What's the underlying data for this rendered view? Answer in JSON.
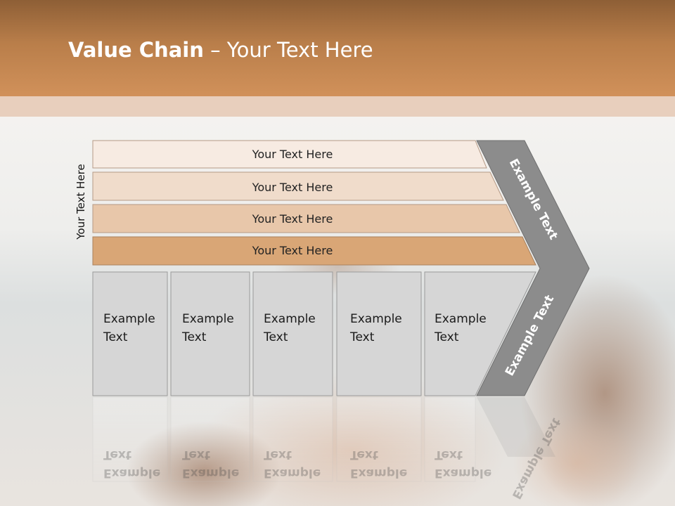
{
  "slide": {
    "title_bold": "Value Chain",
    "title_rest": " – Your Text Here",
    "side_label": "Your Text Here"
  },
  "bars": [
    {
      "label": "Your Text Here",
      "color": "#f7ebe2"
    },
    {
      "label": "Your Text Here",
      "color": "#f0dccb"
    },
    {
      "label": "Your Text Here",
      "color": "#e8c7aa"
    },
    {
      "label": "Your Text Here",
      "color": "#d9a676"
    }
  ],
  "boxes": [
    {
      "line1": "Example",
      "line2": "Text"
    },
    {
      "line1": "Example",
      "line2": "Text"
    },
    {
      "line1": "Example",
      "line2": "Text"
    },
    {
      "line1": "Example",
      "line2": "Text"
    },
    {
      "line1": "Example",
      "line2": "Text"
    }
  ],
  "chevron": {
    "top_text": "Example Text",
    "bottom_text": "Example Text",
    "color": "#8c8c8c"
  },
  "colors": {
    "header": "#c88a52",
    "box_fill": "#d6d6d6",
    "box_border": "#9a9a9a"
  }
}
